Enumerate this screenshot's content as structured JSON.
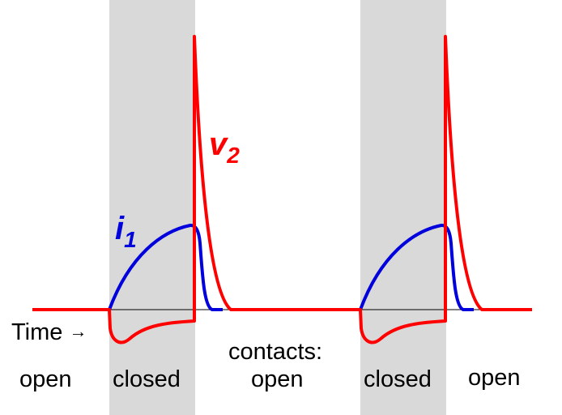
{
  "labels": {
    "time": "Time",
    "time_arrow": "→",
    "open_1": "open",
    "closed_1": "closed",
    "contacts": "contacts:",
    "open_2": "open",
    "closed_2": "closed",
    "open_3": "open"
  },
  "symbols": {
    "v_letter": "v",
    "v_sub": "2",
    "i_letter": "i",
    "i_sub": "1"
  },
  "colors": {
    "voltage": "#ff0000",
    "current": "#0000dd",
    "closed_band": "#d9d9d9"
  }
}
